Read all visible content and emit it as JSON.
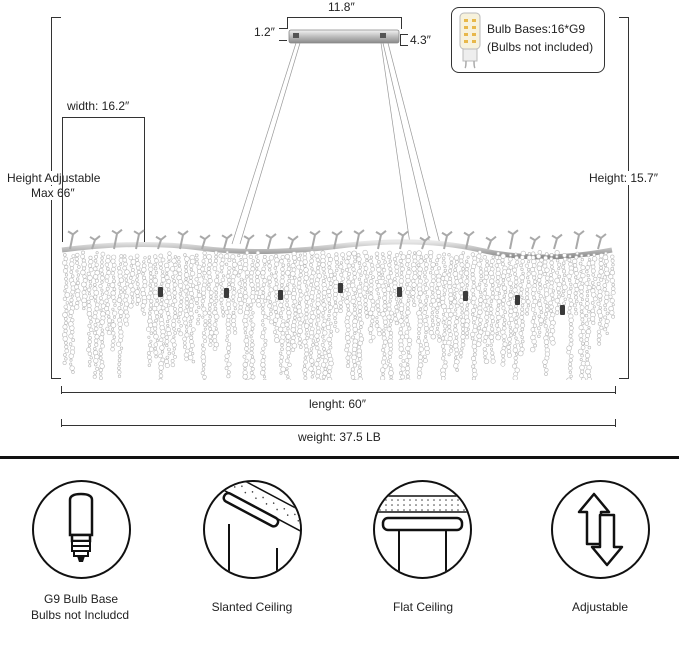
{
  "dimensions": {
    "canopy_width": "11.8″",
    "canopy_thickness": "1.2″",
    "canopy_depth": "4.3″",
    "fixture_width": "width: 16.2″",
    "height_adjustable_line1": "Height Adjustable",
    "height_adjustable_line2": "Max 66″",
    "fixture_height": "Height: 15.7″",
    "fixture_length": "lenght: 60″",
    "weight": "weight: 37.5 LB"
  },
  "bulb_info": {
    "line1": "Bulb Bases:16*G9",
    "line2": "(Bulbs not included)",
    "icon": "g9-bulb-icon"
  },
  "features": [
    {
      "icon": "g9-bulb-base-icon",
      "line1": "G9 Bulb Base",
      "line2": "Bulbs not Includcd"
    },
    {
      "icon": "slanted-ceiling-icon",
      "line1": "Slanted Ceiling"
    },
    {
      "icon": "flat-ceiling-icon",
      "line1": "Flat Ceiling"
    },
    {
      "icon": "adjustable-arrows-icon",
      "line1": "Adjustable"
    }
  ]
}
